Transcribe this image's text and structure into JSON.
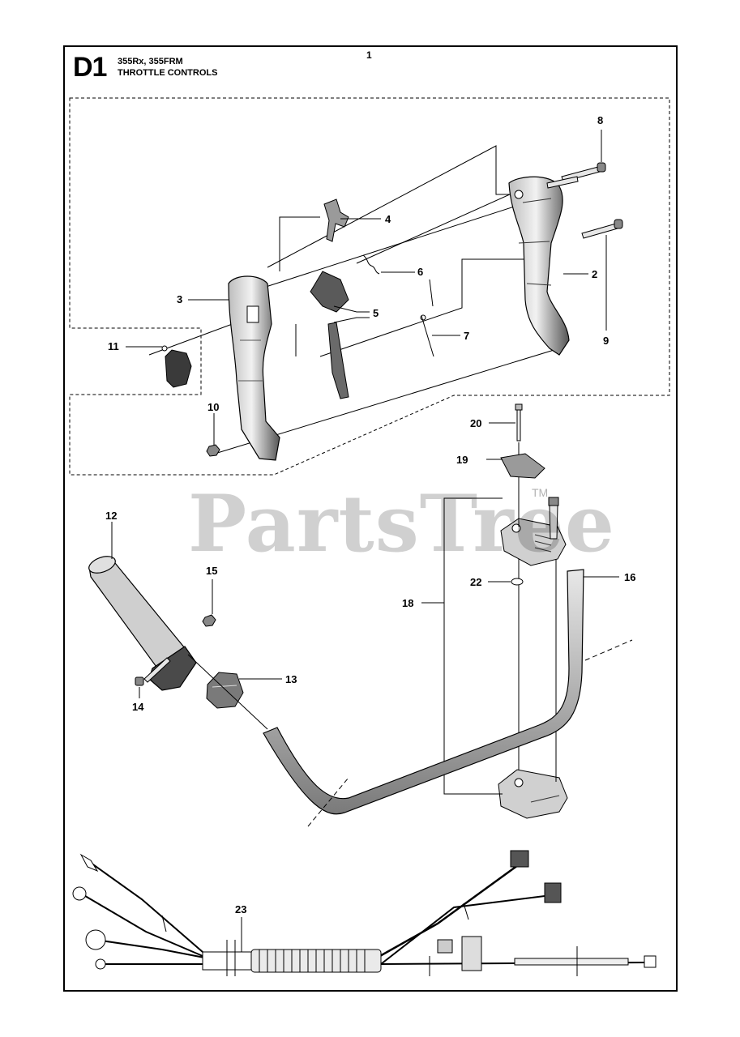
{
  "header": {
    "sheet_code": "D1",
    "models": "355Rx, 355FRM",
    "section_title": "THROTTLE CONTROLS",
    "page_number": "1"
  },
  "watermark": {
    "text": "PartsTree",
    "tm": "TM"
  },
  "callouts": [
    "2",
    "3",
    "4",
    "5",
    "6",
    "7",
    "8",
    "9",
    "10",
    "11",
    "12",
    "13",
    "14",
    "15",
    "16",
    "18",
    "19",
    "20",
    "22",
    "23"
  ],
  "colors": {
    "ink": "#000000",
    "part_fill": "#d9d9d9",
    "part_dark": "#4a4a4a",
    "watermark": "#9a9a9a"
  }
}
